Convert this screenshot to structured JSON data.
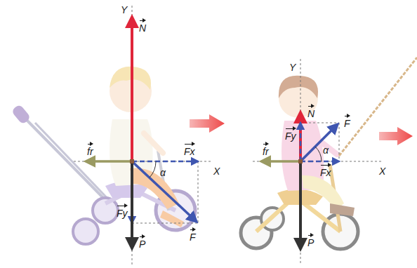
{
  "diagram": {
    "labels": [
      "Y",
      "N",
      "fr",
      "Fx",
      "X",
      "α",
      "Fy",
      "P",
      "F",
      "Y",
      "N",
      "F",
      "Fy",
      "fr",
      "α",
      "Fx",
      "X",
      "P"
    ]
  }
}
